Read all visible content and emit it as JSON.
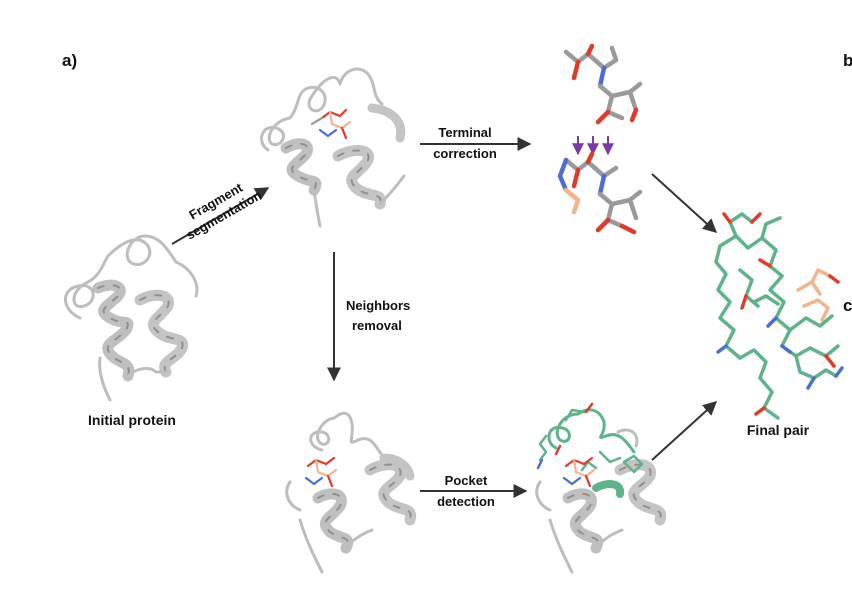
{
  "panel_label": "a)",
  "panel_b_label": "b",
  "panel_c_label": "c",
  "side_text_top": "",
  "side_text_bottom": "",
  "nodes": {
    "initial": "Initial protein",
    "final": "Final pair"
  },
  "edges": {
    "fragment": {
      "line1": "Fragment",
      "line2": "segmentation"
    },
    "terminal": {
      "line1": "Terminal",
      "line2": "correction"
    },
    "neighbors": {
      "line1": "Neighbors",
      "line2": "removal"
    },
    "pocket": {
      "line1": "Pocket",
      "line2": "detection"
    }
  },
  "colors": {
    "protein": "#c8c8c8",
    "protein_dark": "#8f8f8f",
    "pocket": "#5fb38b",
    "ligand": "#f2b48c",
    "carbon": "#9a9a9a",
    "oxygen": "#e03a2a",
    "nitrogen": "#4a6fd0",
    "arrow": "#333333",
    "small_arrow": "#7b3aa5"
  }
}
